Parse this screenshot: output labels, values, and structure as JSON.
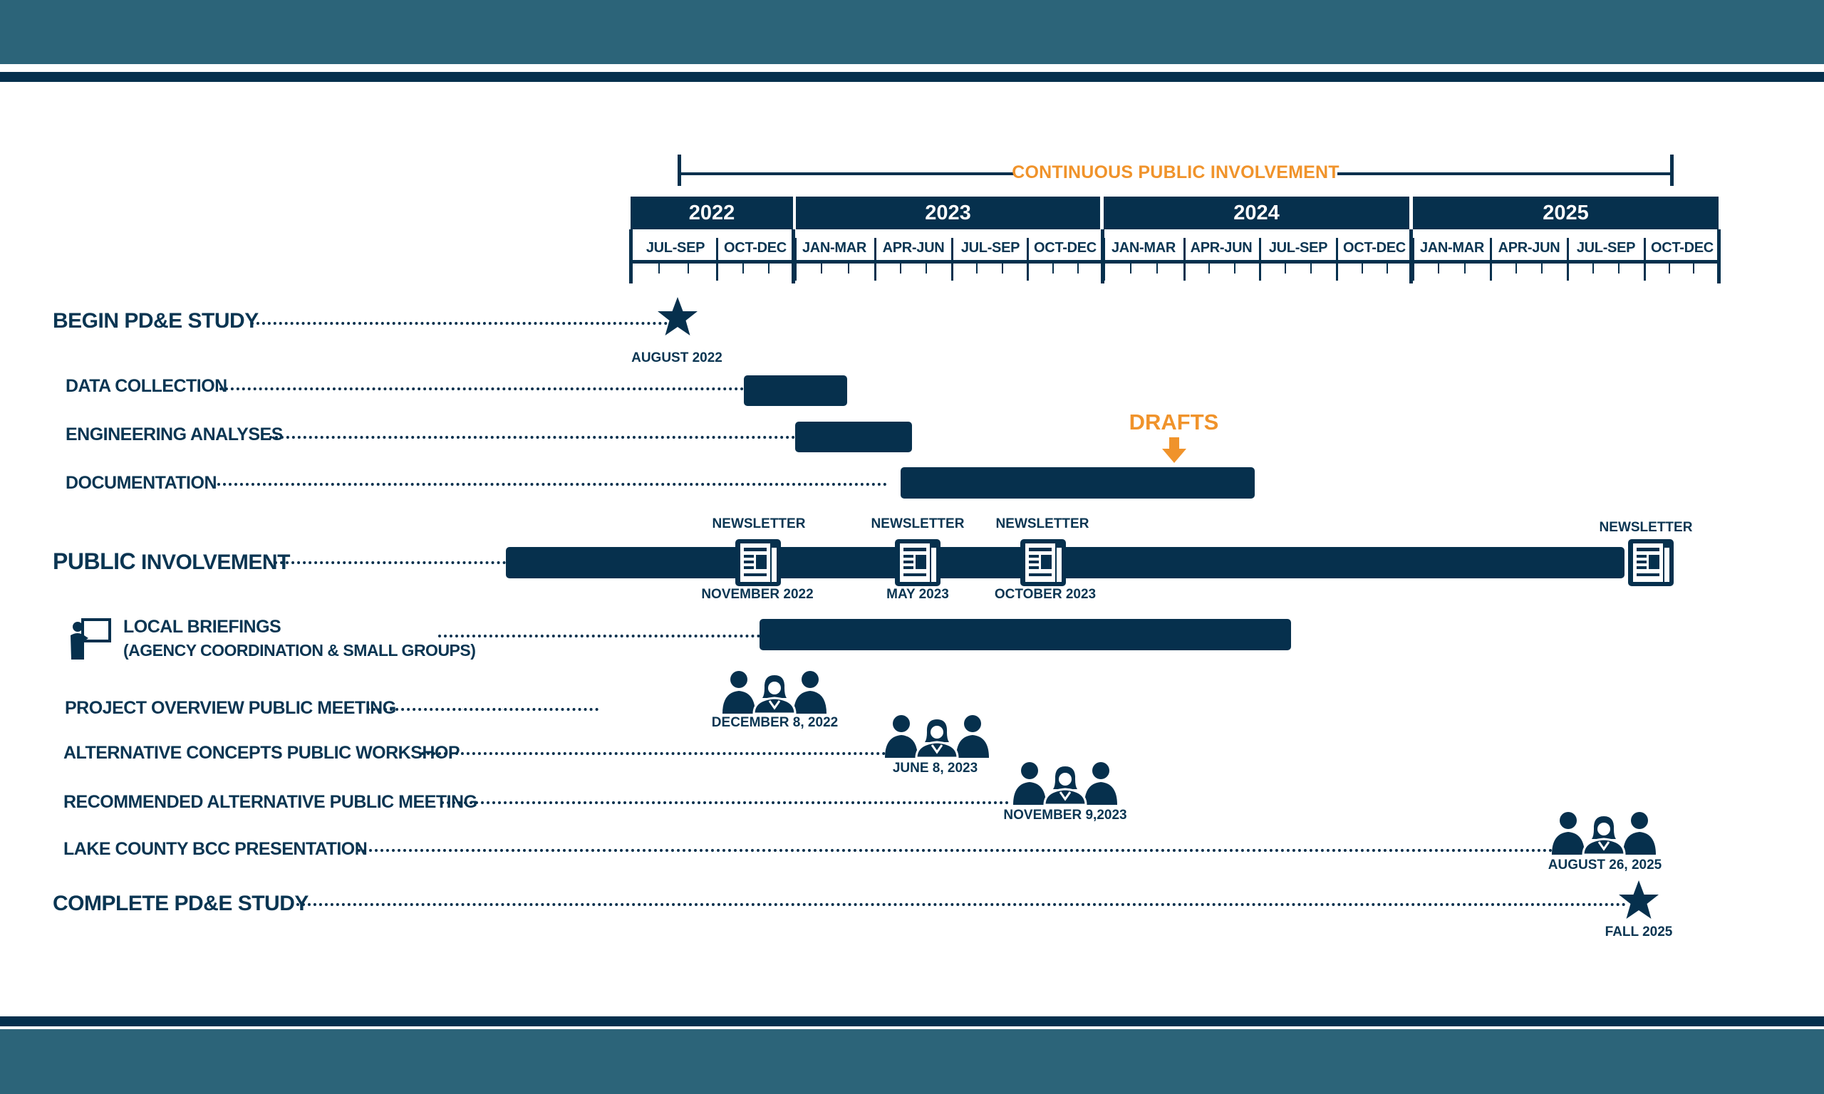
{
  "continuous_label": "CONTINUOUS PUBLIC INVOLVEMENT",
  "years": [
    "2022",
    "2023",
    "2024",
    "2025"
  ],
  "quarters": [
    "JUL-SEP",
    "OCT-DEC",
    "JAN-MAR",
    "APR-JUN",
    "JUL-SEP",
    "OCT-DEC",
    "JAN-MAR",
    "APR-JUN",
    "JUL-SEP",
    "OCT-DEC",
    "JAN-MAR",
    "APR-JUN",
    "JUL-SEP",
    "OCT-DEC"
  ],
  "rows": {
    "begin": "BEGIN PD&E STUDY",
    "data_collection": "DATA COLLECTION",
    "engineering": "ENGINEERING ANALYSES",
    "documentation": "DOCUMENTATION",
    "public_involvement_1": "PUBLIC",
    "public_involvement_2": "INVOLVEMENT",
    "local_briefings": "LOCAL BRIEFINGS",
    "local_briefings_sub": "(AGENCY COORDINATION & SMALL GROUPS)",
    "overview_meeting": "PROJECT OVERVIEW PUBLIC MEETING",
    "alt_workshop": "ALTERNATIVE CONCEPTS PUBLIC WORKSHOP",
    "recommended_meeting": "RECOMMENDED ALTERNATIVE PUBLIC MEETING",
    "bcc_presentation": "LAKE COUNTY BCC PRESENTATION",
    "complete": "COMPLETE PD&E STUDY"
  },
  "milestones": {
    "begin_date": "AUGUST 2022",
    "complete_date": "FALL 2025",
    "drafts": "DRAFTS"
  },
  "newsletters": {
    "label": "NEWSLETTER",
    "dates": [
      "NOVEMBER 2022",
      "MAY 2023",
      "OCTOBER 2023"
    ]
  },
  "meetings": {
    "overview_date": "DECEMBER 8, 2022",
    "workshop_date": "JUNE 8, 2023",
    "recommended_date": "NOVEMBER 9,2023",
    "bcc_date": "AUGUST 26, 2025"
  },
  "colors": {
    "navy": "#06304d",
    "band": "#2c6479",
    "accent": "#f0932b"
  }
}
